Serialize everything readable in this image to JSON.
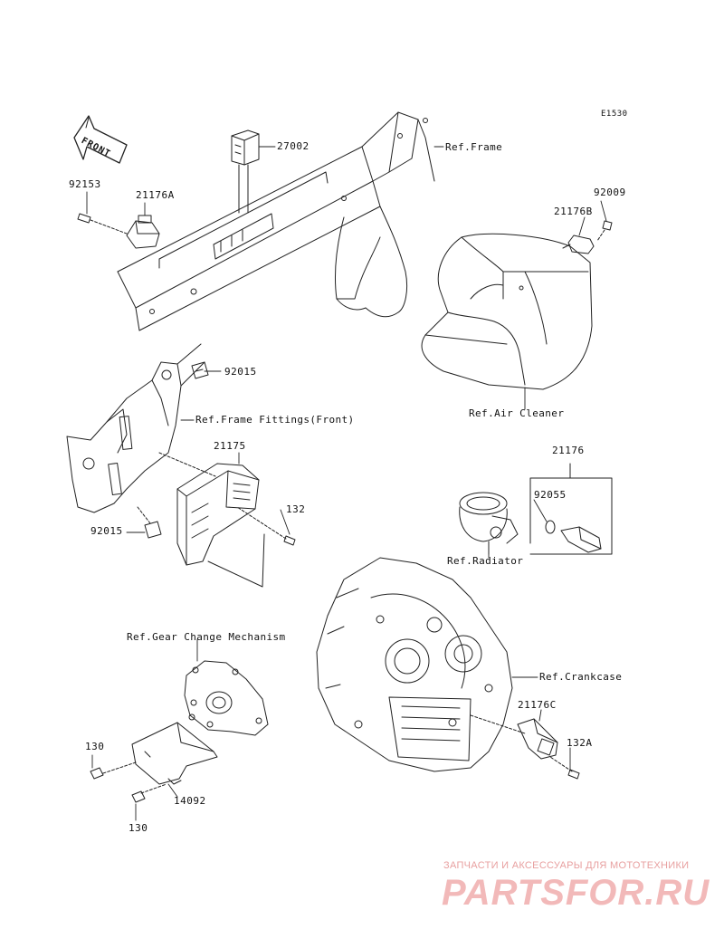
{
  "diagram_code": "E1530",
  "front_arrow": {
    "label": "FRONT",
    "icon": "front-arrow-icon"
  },
  "part_labels": {
    "p27002": "27002",
    "p92153": "92153",
    "p21176A": "21176A",
    "p92009": "92009",
    "p21176B": "21176B",
    "p92015_top": "92015",
    "p21175": "21175",
    "p132": "132",
    "p92015_bottom": "92015",
    "p21176": "21176",
    "p92055": "92055",
    "p21176C": "21176C",
    "p132A": "132A",
    "p130_top": "130",
    "p14092": "14092",
    "p130_bottom": "130"
  },
  "references": {
    "frame": "Ref.Frame",
    "air_cleaner": "Ref.Air Cleaner",
    "frame_fittings": "Ref.Frame Fittings(Front)",
    "radiator": "Ref.Radiator",
    "gear_change": "Ref.Gear Change Mechanism",
    "crankcase": "Ref.Crankcase"
  },
  "watermark": {
    "tagline": "ЗАПЧАСТИ И АКСЕССУАРЫ ДЛЯ МОТОТЕХНИКИ",
    "logo": "PARTSFOR.RU",
    "color": "#e8a0a0"
  },
  "colors": {
    "line": "#222222",
    "background": "#ffffff"
  }
}
